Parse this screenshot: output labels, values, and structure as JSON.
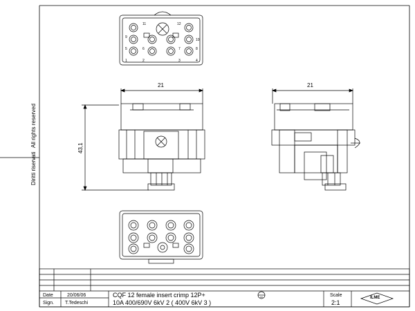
{
  "side_notes": {
    "rights": "All rights reserved",
    "diritti": "Diritti riservati"
  },
  "dimensions": {
    "front_width": "21",
    "side_width": "21",
    "height": "43,1"
  },
  "contact_numbers": {
    "top": [
      "11",
      "12"
    ],
    "left": [
      "9",
      "5",
      "1"
    ],
    "right": [
      "10",
      "8",
      "4"
    ],
    "mid": [
      "6",
      "7"
    ],
    "bottom": [
      "2",
      "3"
    ]
  },
  "title_block": {
    "date_label": "Date",
    "date_value": "20/06/06",
    "sign_label": "Sign.",
    "sign_value": "T.Tedeschi",
    "description_line1": "CQF 12  female insert crimp 12P+",
    "description_line2": "10A 400/690V 6kV 2 ( 400V 6kV 3 )",
    "scale_label": "Scale",
    "scale_value": "2:1",
    "logo_text": "ILME"
  }
}
